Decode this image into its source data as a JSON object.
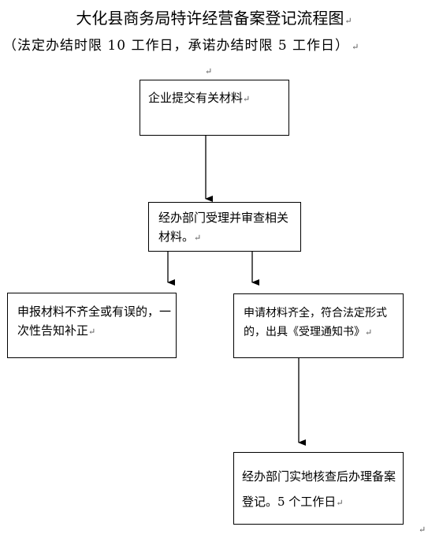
{
  "title": "大化县商务局特许经营备案登记流程图",
  "subtitle": "（法定办结时限 10 工作日，承诺办结时限 5 工作日）",
  "para_mark": "↵",
  "steps": {
    "submit": "企业提交有关材料",
    "review": "经办部门受理并审查相关材料。",
    "incomplete": "申报材料不齐全或有误的，一次性告知补正",
    "complete": "申请材料齐全，符合法定形式的，出具《受理通知书》",
    "verify": "经办部门实地核查后办理备案登记。5 个工作日"
  }
}
